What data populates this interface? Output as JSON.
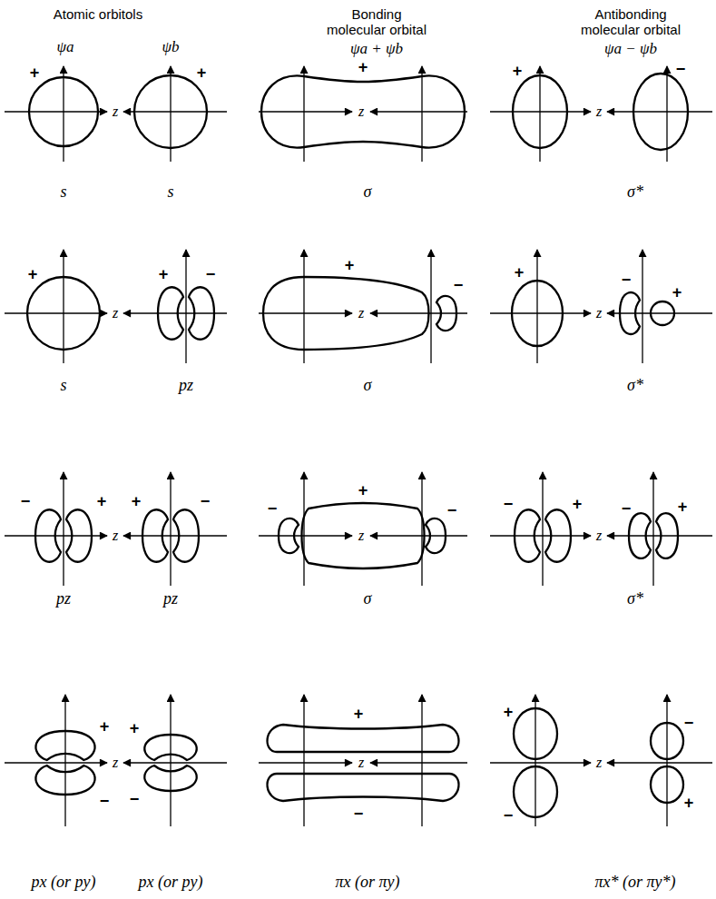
{
  "diagram": {
    "labels": [
      "Atomic orbitols",
      "ψa",
      "ψb",
      "Bonding molecular orbital",
      "ψa + ψb",
      "Antibonding molecular orbital",
      "ψa − ψb",
      "+",
      "+",
      "z",
      "+",
      "z",
      "+",
      "−",
      "z",
      "s",
      "s",
      "σ",
      "σ*",
      "+",
      "+",
      "−",
      "z",
      "+",
      "−",
      "z",
      "+",
      "−",
      "+",
      "z",
      "s",
      "pz",
      "σ",
      "σ*",
      "−",
      "+",
      "+",
      "−",
      "z",
      "−",
      "+",
      "−",
      "z",
      "−",
      "+",
      "−",
      "+",
      "z",
      "pz",
      "pz",
      "σ",
      "σ*",
      "+",
      "−",
      "+",
      "−",
      "z",
      "+",
      "−",
      "z",
      "+",
      "−",
      "−",
      "+",
      "z",
      "px (or py)",
      "px (or py)",
      "πx (or πy)",
      "πx* (or πy*)"
    ]
  }
}
